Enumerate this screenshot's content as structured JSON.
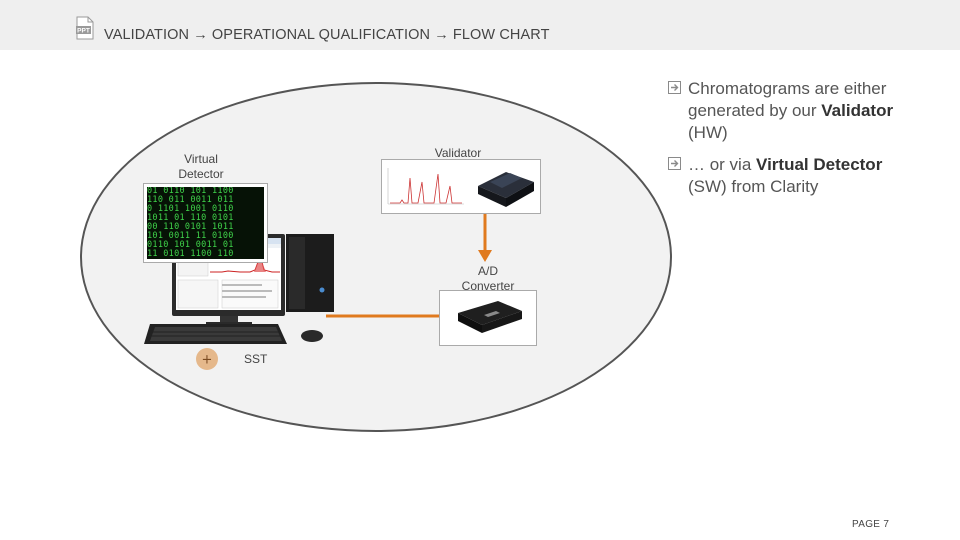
{
  "header": {
    "icon": "ppt-file-icon",
    "icon_text": "PPT",
    "breadcrumb": "VALIDATION → OPERATIONAL QUALIFICATION → FLOW CHART"
  },
  "diagram": {
    "virtual_detector_label_1": "Virtual",
    "virtual_detector_label_2": "Detector",
    "validator_label": "Validator",
    "ad_converter_label_1": "A/D",
    "ad_converter_label_2": "Converter",
    "sst_label": "SST",
    "plus_symbol": "+",
    "connector_color": "#e07a1f",
    "matrix_lines": [
      "01 0110 101 1100",
      "110 011 0011 011",
      "0 1101 1001 0110",
      "1011 01 110 0101",
      "00 110 0101 1011",
      "101 0011 11 0100",
      "0110 101 0011 01",
      "11 0101 1100 110"
    ]
  },
  "bullets": [
    {
      "prefix": "Chromatograms are either generated by our ",
      "bold": "Validator",
      "suffix": " (HW)"
    },
    {
      "prefix": "… or via ",
      "bold": "Virtual Detector",
      "suffix": " (SW) from Clarity"
    }
  ],
  "footer": {
    "page": "PAGE 7"
  }
}
